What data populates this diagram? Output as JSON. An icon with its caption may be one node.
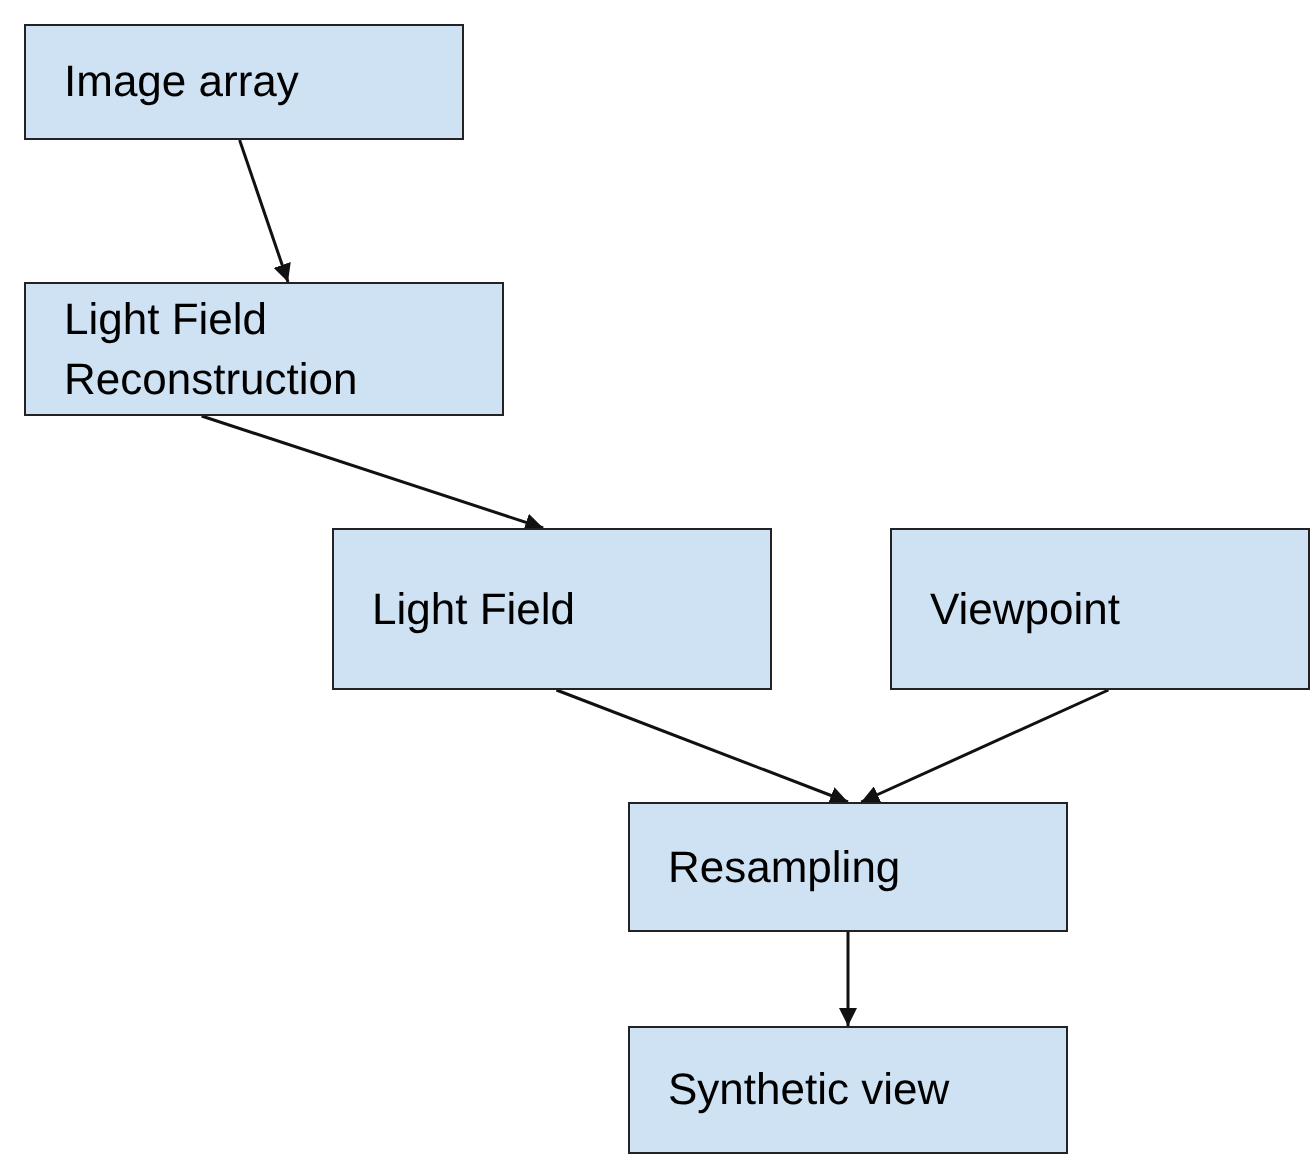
{
  "diagram": {
    "nodes": [
      {
        "text": [
          "Image array"
        ]
      },
      {
        "text": [
          "Light Field Reconstruction"
        ]
      },
      {
        "text": [
          "Light Field"
        ]
      },
      {
        "text": [
          "Viewpoint"
        ]
      },
      {
        "text": [
          "Resampling"
        ]
      },
      {
        "text": [
          "Synthetic view"
        ]
      }
    ],
    "edges": [
      {
        "from": 0,
        "to": 1,
        "arrow": "to"
      },
      {
        "from": 1,
        "to": 2,
        "arrow": "to"
      },
      {
        "from": 2,
        "to": 4,
        "arrow": "to"
      },
      {
        "from": 3,
        "to": 4,
        "arrow": "to"
      },
      {
        "from": 4,
        "to": 5,
        "arrow": "to"
      }
    ]
  }
}
